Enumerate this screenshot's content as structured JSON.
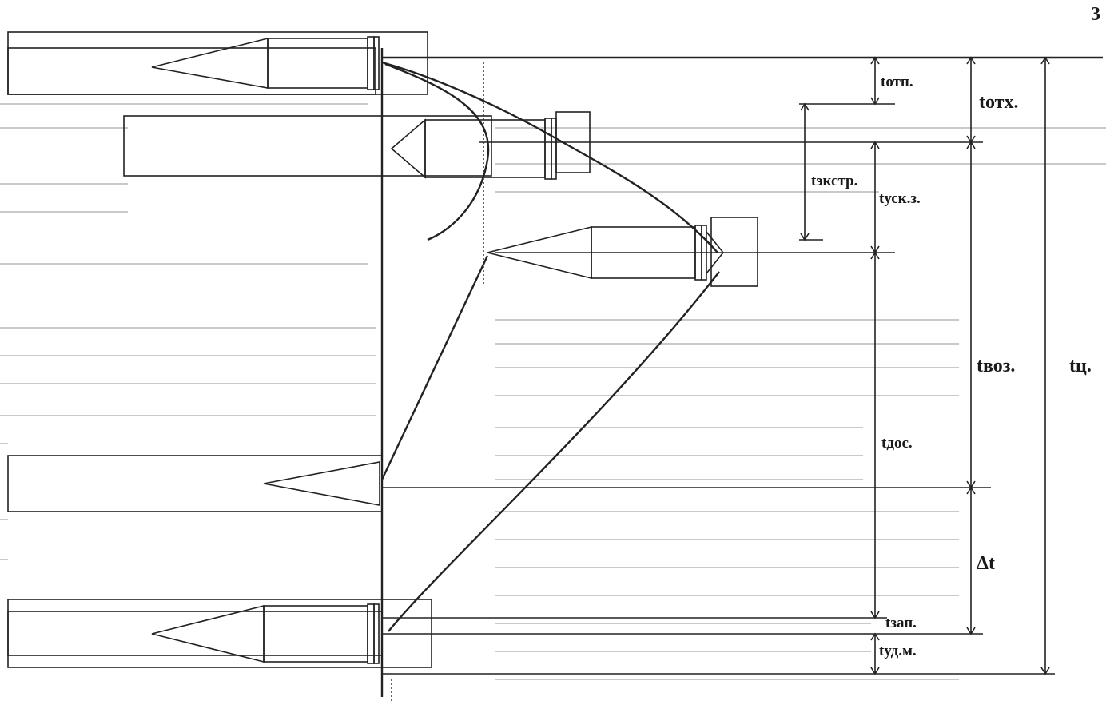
{
  "page": {
    "corner_mark": "3"
  },
  "labels": {
    "t_otp": "tотп.",
    "t_otx": "tотх.",
    "t_ekstr": "tэкстр.",
    "t_usk": "tуск.з.",
    "t_voz": "tвоз.",
    "t_ts": "tц.",
    "t_dos": "tдос.",
    "delta_t": "Δt",
    "t_zap": "tзап.",
    "t_ud": "tуд.м."
  }
}
